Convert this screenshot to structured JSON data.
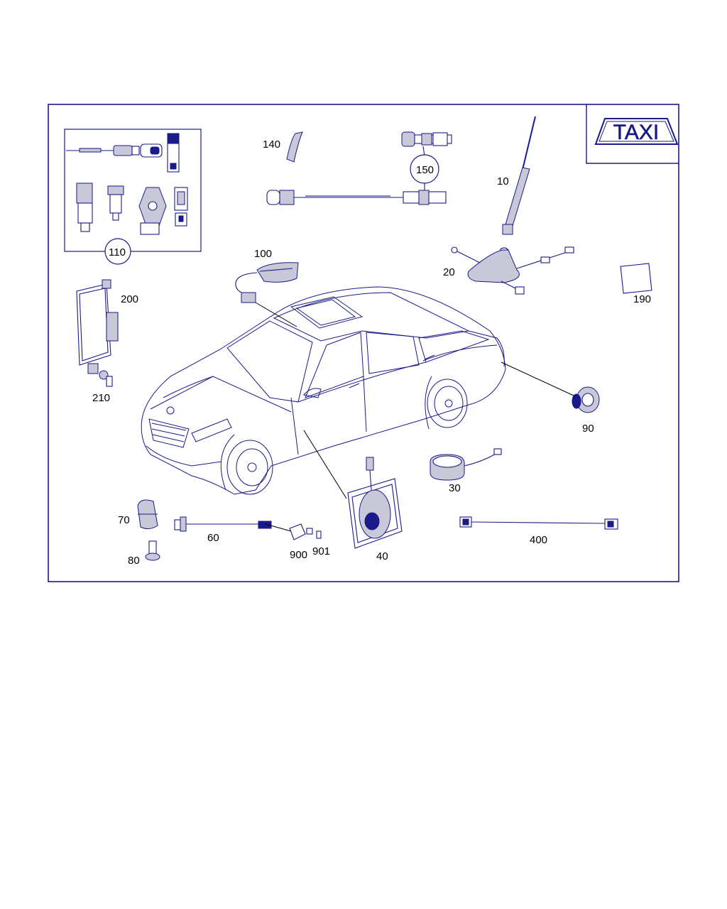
{
  "taxi_sign": "TAXI",
  "labels": {
    "p10": "10",
    "p20": "20",
    "p30": "30",
    "p40": "40",
    "p60": "60",
    "p70": "70",
    "p80": "80",
    "p90": "90",
    "p100": "100",
    "p110": "110",
    "p140": "140",
    "p150": "150",
    "p190": "190",
    "p200": "200",
    "p210": "210",
    "p400": "400",
    "p900": "900",
    "p901": "901"
  },
  "colors": {
    "line": "#1a1a8a",
    "frame": "#1a1a8a",
    "text": "#000000"
  }
}
